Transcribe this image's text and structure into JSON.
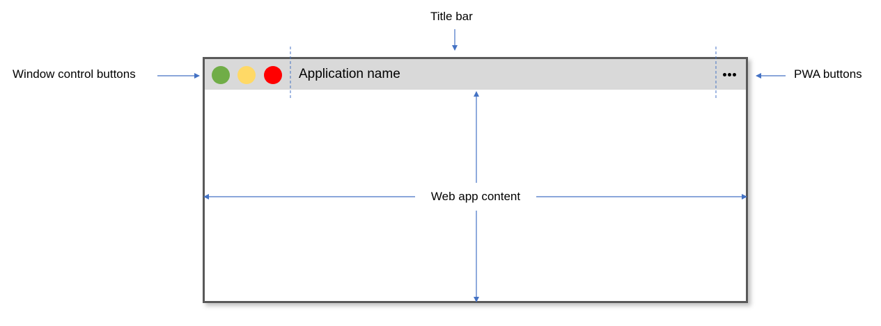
{
  "labels": {
    "title_bar": "Title bar",
    "window_control_buttons": "Window control buttons",
    "pwa_buttons": "PWA buttons",
    "web_app_content": "Web app content"
  },
  "window": {
    "app_name": "Application name",
    "pwa_menu_icon": "more-horizontal-icon"
  },
  "colors": {
    "frame": "#595959",
    "title_bar": "#d9d9d9",
    "arrow": "#4472c4",
    "control_green": "#70ad47",
    "control_yellow": "#ffd966",
    "control_red": "#ff0000"
  }
}
